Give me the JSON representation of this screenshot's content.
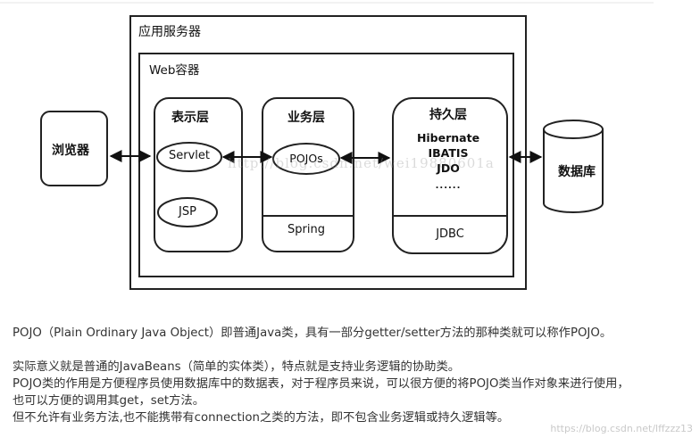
{
  "diagram": {
    "app_server_label": "应用服务器",
    "web_container_label": "Web容器",
    "browser_label": "浏览器",
    "database_label": "数据库",
    "presentation_layer": {
      "title": "表示层",
      "items": [
        "Servlet",
        "JSP"
      ]
    },
    "business_layer": {
      "title": "业务层",
      "items": [
        "POJOs"
      ],
      "footer": "Spring"
    },
    "persistence_layer": {
      "title": "持久层",
      "items": [
        "Hibernate",
        "IBATIS",
        "JDO",
        "......"
      ],
      "footer": "JDBC"
    },
    "watermark": "http://blog.csdn.net/wei19880601a"
  },
  "paragraphs": [
    "POJO（Plain Ordinary Java Object）即普通Java类，具有一部分getter/setter方法的那种类就可以称作POJO。",
    "实际意义就是普通的JavaBeans（简单的实体类），特点就是支持业务逻辑的协助类。",
    "POJO类的作用是方便程序员使用数据库中的数据表，对于程序员来说，可以很方便的将POJO类当作对象来进行使用，",
    "也可以方便的调用其get，set方法。",
    "但不允许有业务方法,也不能携带有connection之类的方法，即不包含业务逻辑或持久逻辑等。"
  ],
  "credit": "https://blog.csdn.net/lffzzz13"
}
